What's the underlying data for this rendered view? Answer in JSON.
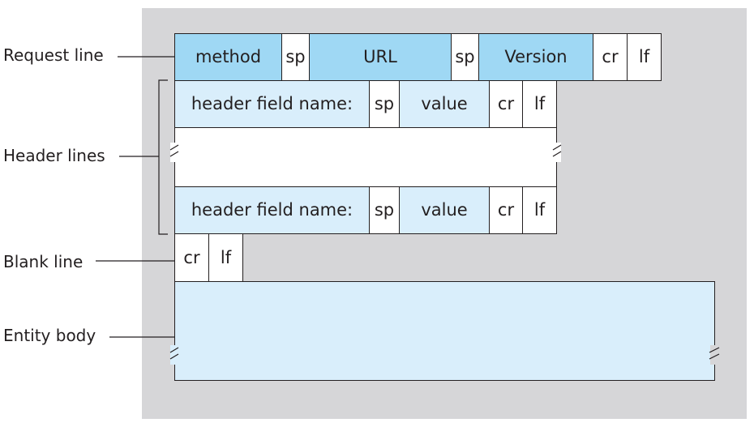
{
  "labels": {
    "request_line": "Request line",
    "header_lines": "Header lines",
    "blank_line": "Blank line",
    "entity_body": "Entity body"
  },
  "request_line": {
    "method": "method",
    "sp1": "sp",
    "url": "URL",
    "sp2": "sp",
    "version": "Version",
    "cr": "cr",
    "lf": "lf"
  },
  "header_line_1": {
    "name": "header field name:",
    "sp": "sp",
    "value": "value",
    "cr": "cr",
    "lf": "lf"
  },
  "header_line_2": {
    "name": "header field name:",
    "sp": "sp",
    "value": "value",
    "cr": "cr",
    "lf": "lf"
  },
  "blank_line": {
    "cr": "cr",
    "lf": "lf"
  },
  "colors": {
    "panel_background": "#d6d6d8",
    "request_field_blue": "#9fd8f4",
    "header_field_light_blue": "#d9eefb",
    "outline": "#231f20"
  }
}
